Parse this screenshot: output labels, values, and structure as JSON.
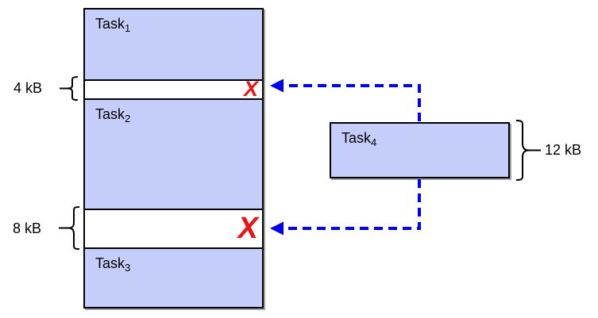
{
  "colors": {
    "task_fill": "#c5cdfa",
    "outline": "#000000",
    "arrow_blue": "#0000ee",
    "reject_red": "#ee1111",
    "background": "#ffffff"
  },
  "memory": {
    "tasks": [
      {
        "name": "Task",
        "sub": "1"
      },
      {
        "name": "Task",
        "sub": "2"
      },
      {
        "name": "Task",
        "sub": "3"
      }
    ],
    "gaps": [
      {
        "label": "4 kB",
        "cross": "X"
      },
      {
        "label": "8 kB",
        "cross": "X"
      }
    ]
  },
  "incoming": {
    "name": "Task",
    "sub": "4",
    "size_label": "12 kB"
  }
}
